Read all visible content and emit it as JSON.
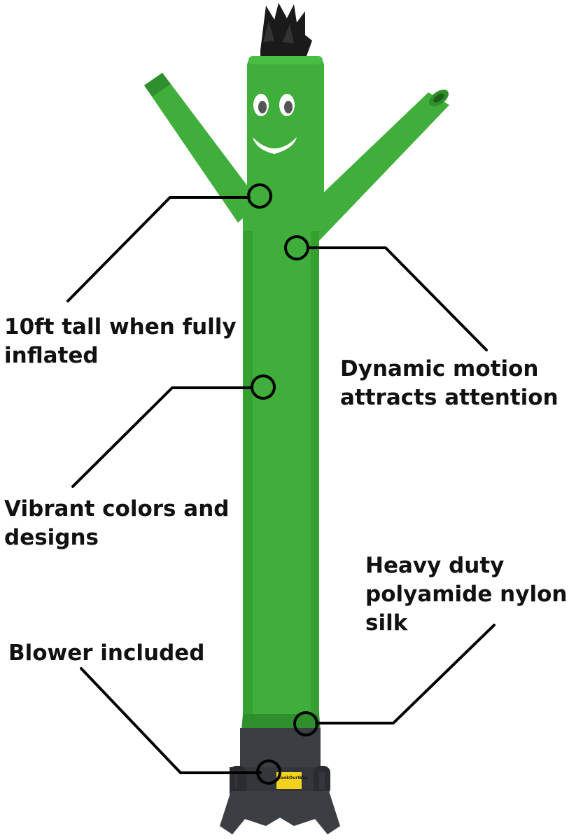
{
  "product": {
    "colors": {
      "body": "#3fae3a",
      "body_shadow": "#2f8f2c",
      "base": "#3b3e42",
      "label": "#f2d21a",
      "callout_text": "#111111",
      "callout_line": "#000000"
    },
    "base_label_text": "LookOurWay"
  },
  "callouts": [
    {
      "id": "tall",
      "lines": [
        "10ft tall when fully",
        "inflated"
      ]
    },
    {
      "id": "motion",
      "lines": [
        "Dynamic motion",
        "attracts attention"
      ]
    },
    {
      "id": "colors",
      "lines": [
        "Vibrant colors and",
        "designs"
      ]
    },
    {
      "id": "nylon",
      "lines": [
        "Heavy duty",
        "polyamide nylon",
        "silk"
      ]
    },
    {
      "id": "blower",
      "lines": [
        "Blower included"
      ]
    }
  ]
}
